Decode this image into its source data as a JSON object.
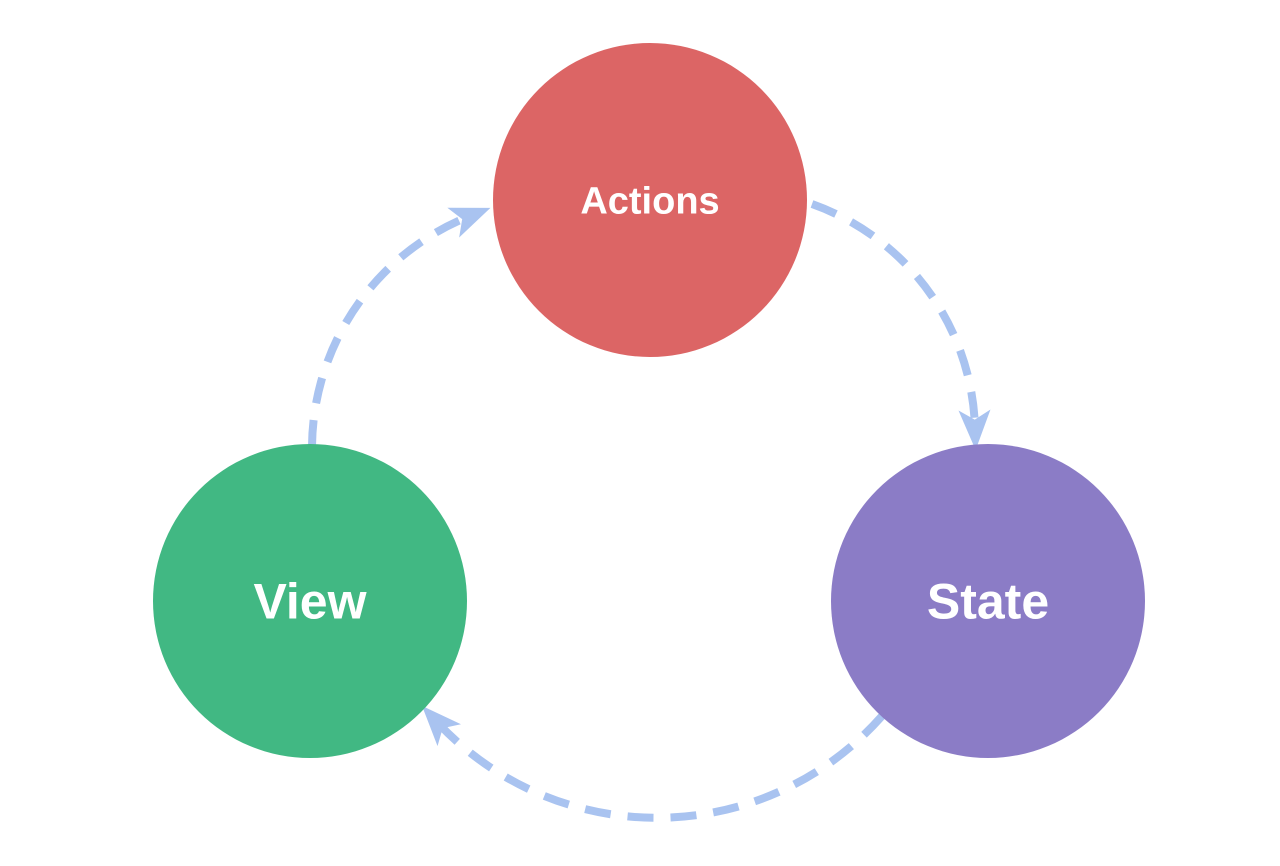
{
  "page": {
    "background_color": "#ffffff"
  },
  "diagram": {
    "type": "cycle-flow",
    "description": "One-way data flow cycle: Actions to State to View to Actions",
    "arrow_color": "#a9c3f0",
    "label_color": "#ffffff",
    "nodes": [
      {
        "id": "actions",
        "label": "Actions",
        "color": "#dc6565"
      },
      {
        "id": "state",
        "label": "State",
        "color": "#8b7cc6"
      },
      {
        "id": "view",
        "label": "View",
        "color": "#41b883"
      }
    ],
    "edges": [
      {
        "from": "Actions",
        "to": "State"
      },
      {
        "from": "State",
        "to": "View"
      },
      {
        "from": "View",
        "to": "Actions"
      }
    ]
  }
}
